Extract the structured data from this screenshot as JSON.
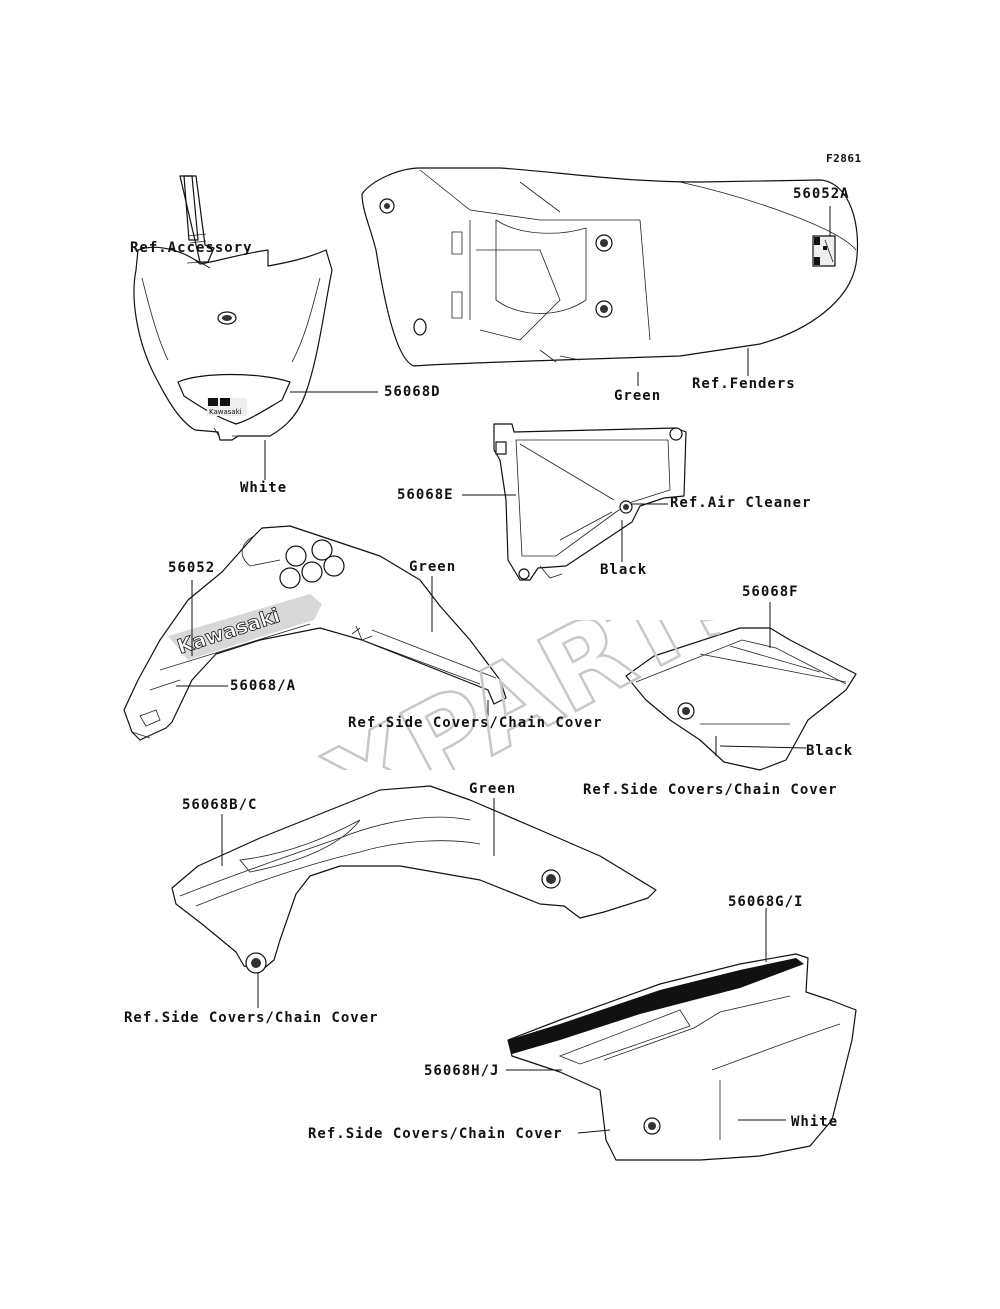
{
  "figure_code": "F2861",
  "watermark": "XPARTS",
  "labels": {
    "p56052A": "56052A",
    "ref_accessory": "Ref.Accessory",
    "p56068D": "56068D",
    "white_top": "White",
    "green_fender": "Green",
    "ref_fenders": "Ref.Fenders",
    "p56068E": "56068E",
    "ref_air_cleaner": "Ref.Air Cleaner",
    "black_air": "Black",
    "p56052": "56052",
    "green_shroud": "Green",
    "p56068A": "56068/A",
    "ref_side_covers_1": "Ref.Side Covers/Chain Cover",
    "p56068F": "56068F",
    "black_side": "Black",
    "ref_side_covers_2": "Ref.Side Covers/Chain Cover",
    "p56068BC": "56068B/C",
    "green_lower": "Green",
    "ref_side_covers_3": "Ref.Side Covers/Chain Cover",
    "p56068GI": "56068G/I",
    "p56068HJ": "56068H/J",
    "ref_side_covers_4": "Ref.Side Covers/Chain Cover",
    "white_bottom": "White"
  }
}
